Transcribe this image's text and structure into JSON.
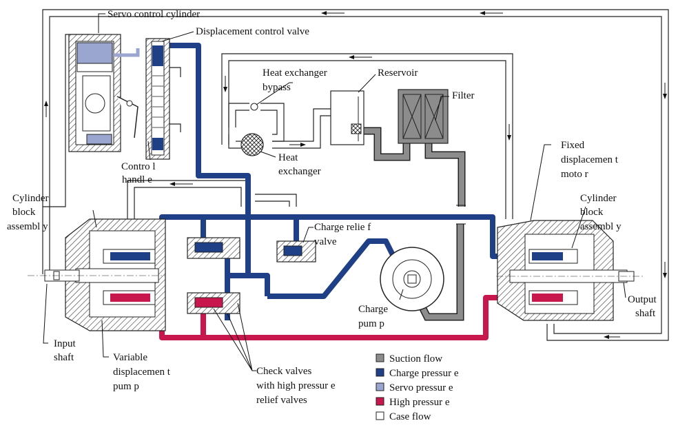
{
  "labels": {
    "servo_control_cylinder": "Servo control cylinder",
    "displacement_control_valve": "Displacement control  valve",
    "heat_exchanger_bypass_1": "Heat exchanger",
    "heat_exchanger_bypass_2": "bypass",
    "reservoir": "Reservoir",
    "filter": "Filter",
    "control_handle_1": "Contro l",
    "control_handle_2": "handl e",
    "heat_exchanger_1": "Heat",
    "heat_exchanger_2": "exchanger",
    "fixed_motor_1": "Fixed",
    "fixed_motor_2": "displacemen t",
    "fixed_motor_3": "moto r",
    "cylinder_block_left_1": "Cylinder",
    "cylinder_block_left_2": "block",
    "cylinder_block_left_3": "assembl y",
    "cylinder_block_right_1": "Cylinder",
    "cylinder_block_right_2": "block",
    "cylinder_block_right_3": "assembl y",
    "charge_relief_1": "Charge relie f",
    "charge_relief_2": "valve",
    "charge_pump_1": "Charge",
    "charge_pump_2": "pum p",
    "output_shaft_1": "Output",
    "output_shaft_2": "shaft",
    "input_shaft_1": "Input",
    "input_shaft_2": "shaft",
    "variable_pump_1": "Variable",
    "variable_pump_2": "displacemen t",
    "variable_pump_3": "pum p",
    "check_valves_1": "Check valves",
    "check_valves_2": "with high pressur e",
    "check_valves_3": "relief valves"
  },
  "legend": [
    {
      "label": "Suction flow",
      "color": "#8c8c8c"
    },
    {
      "label": "Charge pressur e",
      "color": "#1f3f86"
    },
    {
      "label": "Servo pressur e",
      "color": "#9aa6cf"
    },
    {
      "label": "High pressur e",
      "color": "#c8174d"
    },
    {
      "label": "Case flow",
      "color": "#ffffff"
    }
  ],
  "colors": {
    "suction": "#8c8c8c",
    "charge": "#1f3f86",
    "servo": "#9aa6cf",
    "high": "#c8174d",
    "case": "#ffffff"
  }
}
